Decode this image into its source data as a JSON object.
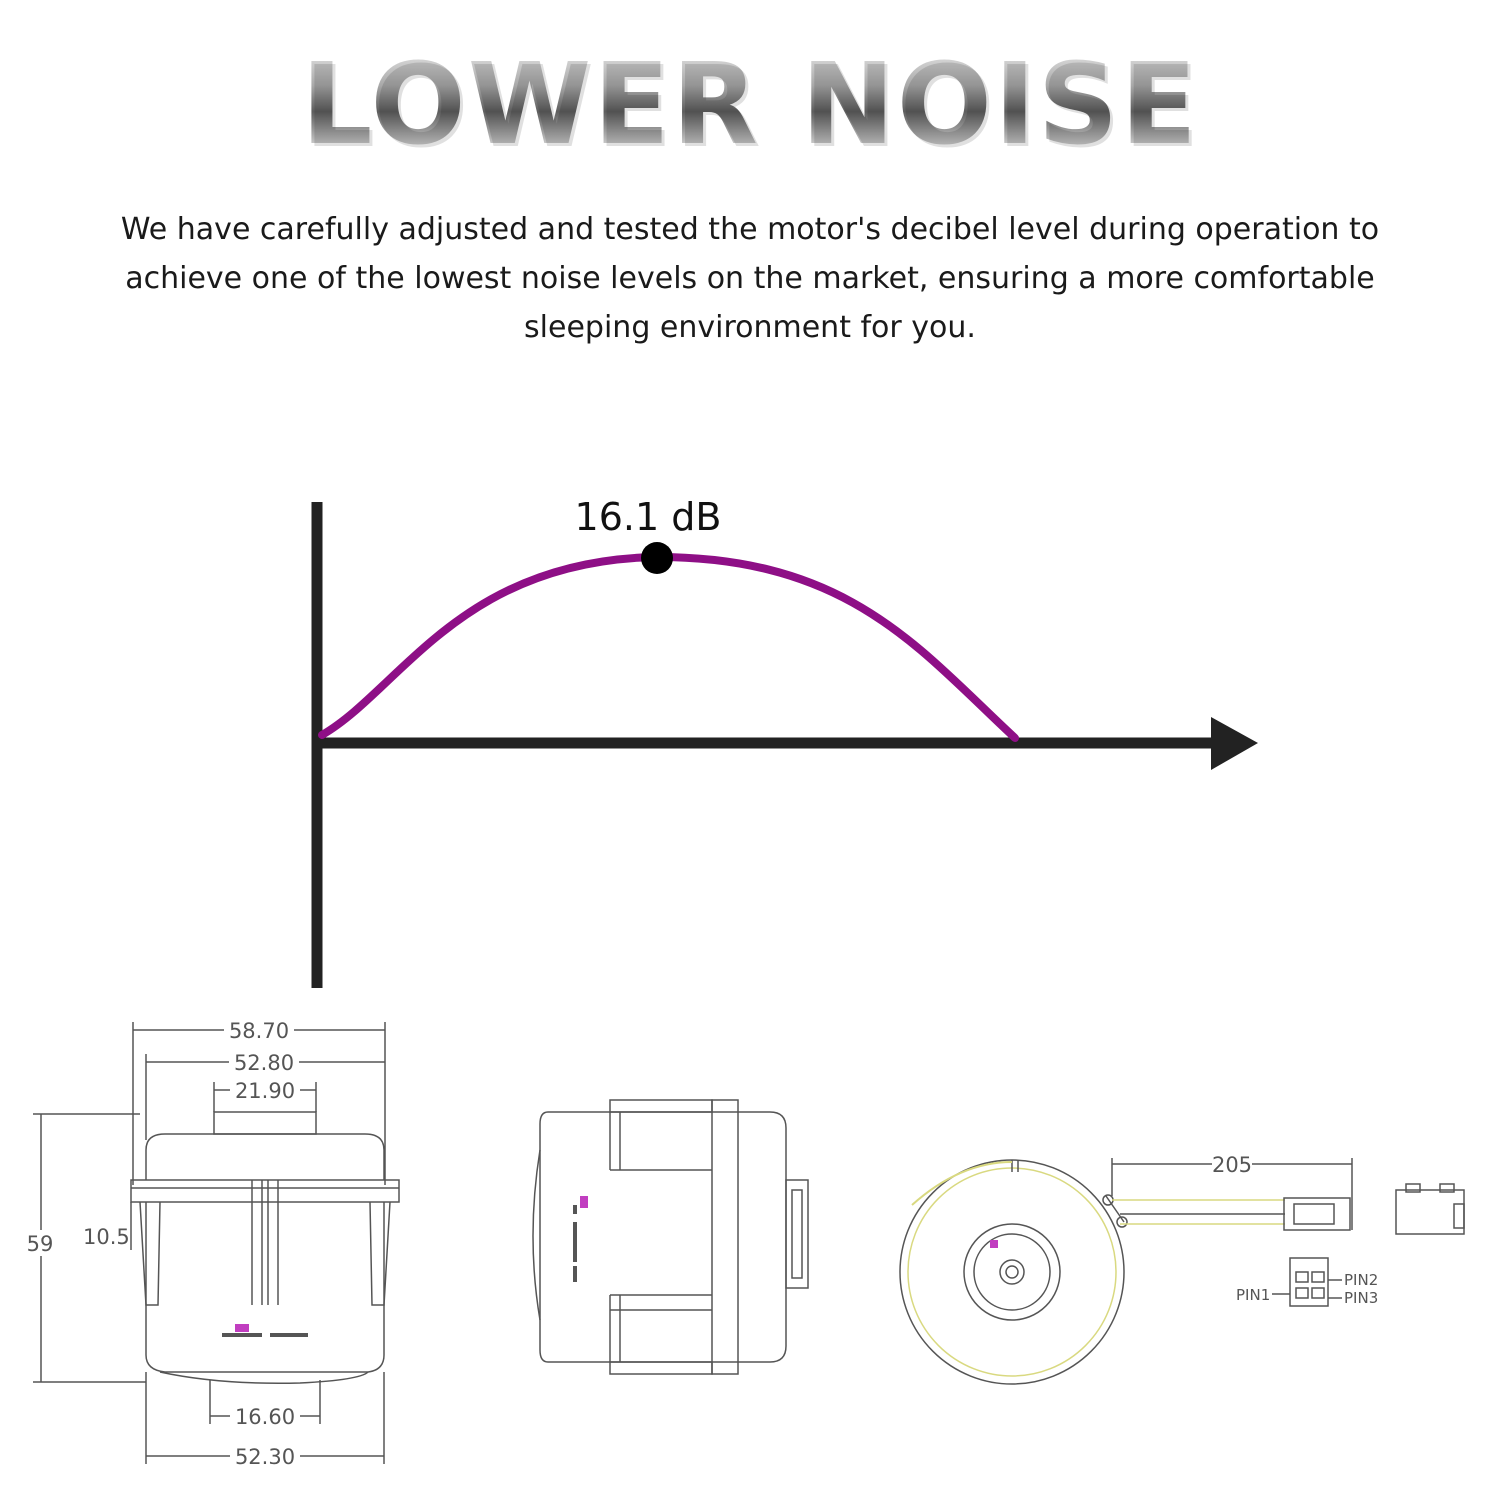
{
  "header": {
    "title": "LOWER NOISE",
    "description": "We have carefully adjusted and tested the motor's decibel level during operation to achieve one of the lowest noise levels on the market, ensuring a more comfortable sleeping environment for you."
  },
  "noise_curve": {
    "peak_label": "16.1 dB",
    "curve_color": "#8e0f86",
    "axis_color": "#222222"
  },
  "dimensions": {
    "front": {
      "width_outer": "58.70",
      "width_body": "52.80",
      "width_top": "21.90",
      "height": "59",
      "flange_height": "10.5",
      "width_bottom_small": "16.60",
      "width_bottom": "52.30"
    },
    "top_view": {
      "cable_length": "205",
      "pin1": "PIN1",
      "pin2": "PIN2",
      "pin3": "PIN3"
    }
  }
}
